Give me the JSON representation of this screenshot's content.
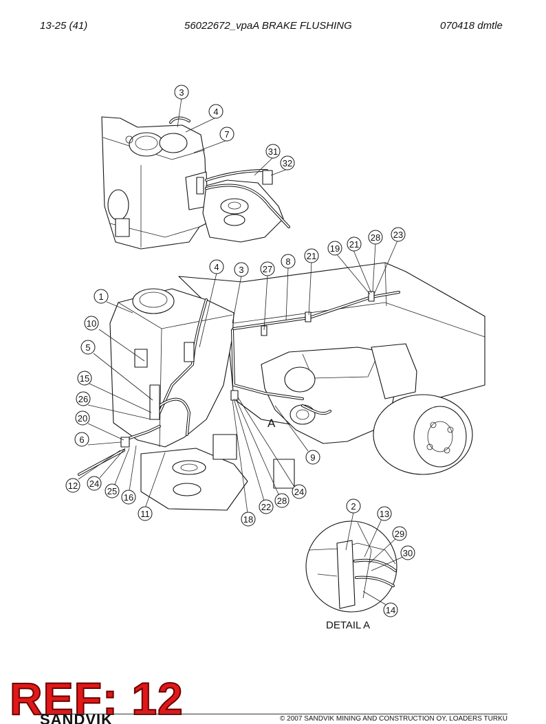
{
  "header": {
    "left": "13-25 (41)",
    "center": "56022672_vpaA BRAKE FLUSHING",
    "right": "070418 dmtle"
  },
  "callouts": [
    {
      "label": "3"
    },
    {
      "label": "4"
    },
    {
      "label": "7"
    },
    {
      "label": "31"
    },
    {
      "label": "32"
    },
    {
      "label": "19"
    },
    {
      "label": "21"
    },
    {
      "label": "28"
    },
    {
      "label": "23"
    },
    {
      "label": "4"
    },
    {
      "label": "3"
    },
    {
      "label": "27"
    },
    {
      "label": "8"
    },
    {
      "label": "21"
    },
    {
      "label": "1"
    },
    {
      "label": "10"
    },
    {
      "label": "5"
    },
    {
      "label": "15"
    },
    {
      "label": "26"
    },
    {
      "label": "20"
    },
    {
      "label": "6"
    },
    {
      "label": "12"
    },
    {
      "label": "24"
    },
    {
      "label": "25"
    },
    {
      "label": "16"
    },
    {
      "label": "11"
    },
    {
      "label": "9"
    },
    {
      "label": "24"
    },
    {
      "label": "28"
    },
    {
      "label": "22"
    },
    {
      "label": "18"
    },
    {
      "label": "2"
    },
    {
      "label": "13"
    },
    {
      "label": "29"
    },
    {
      "label": "30"
    },
    {
      "label": "14"
    }
  ],
  "marker_a": "A",
  "detail_label": "DETAIL A",
  "watermark": "REF: 12",
  "logo": "SANDVIK",
  "footer": "© 2007 SANDVIK MINING AND CONSTRUCTION OY, LOADERS TURKU"
}
